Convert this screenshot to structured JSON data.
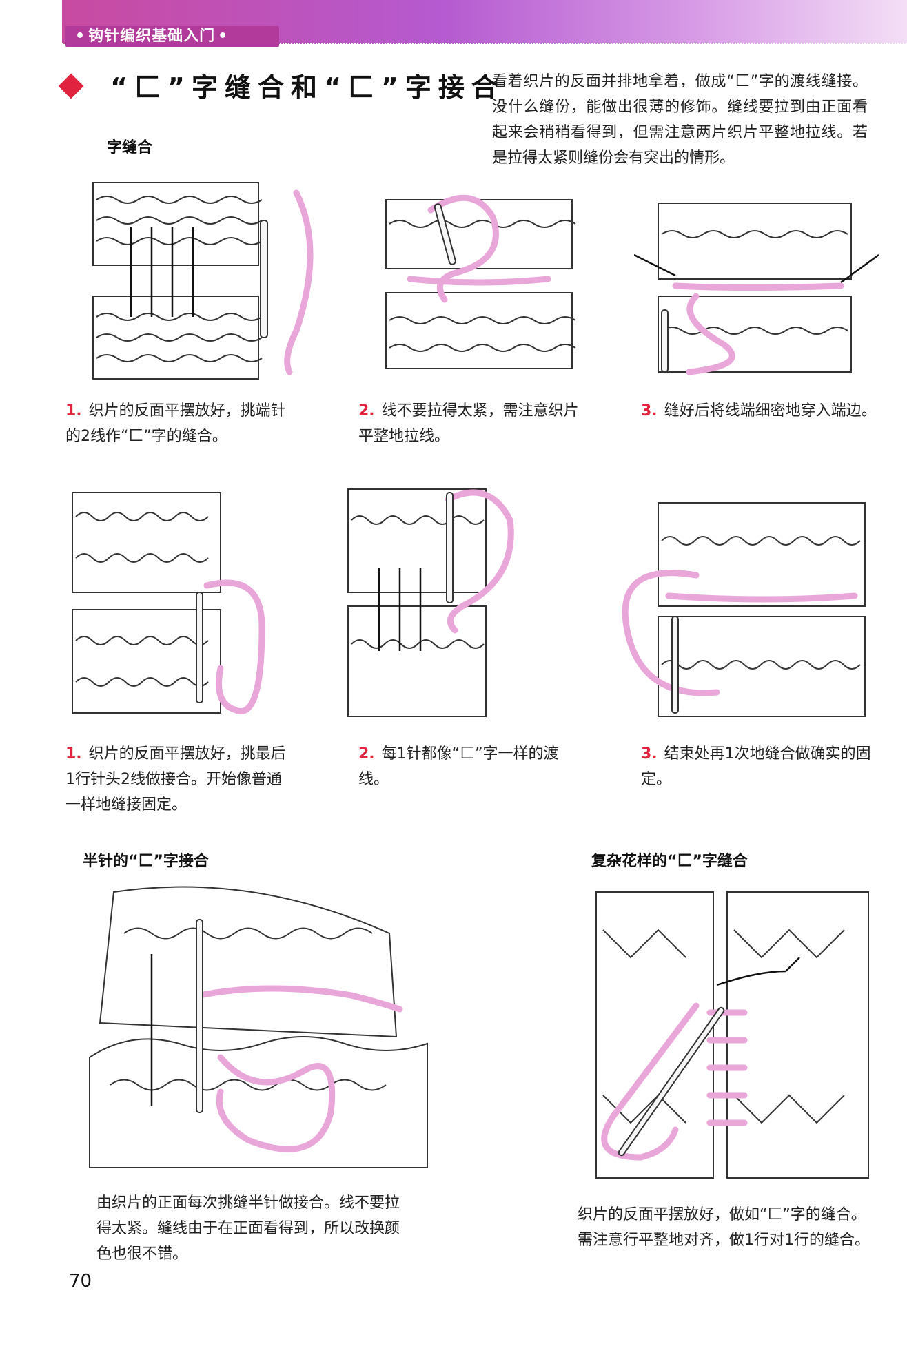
{
  "header": {
    "banner_label": "钩针编织基础入门"
  },
  "title": "“匚”字缝合和“匚”字接合",
  "intro": "看着织片的反面并排地拿着，做成“匚”字的渡线缝接。没什么缝份，能做出很薄的修饰。缝线要拉到由正面看起来会稍稍看得到，但需注意两片织片平整地拉线。若是拉得太紧则缝份会有突出的情形。",
  "section1": {
    "heading": "字缝合",
    "steps": [
      {
        "num": "1.",
        "text": "织片的反面平摆放好，挑端针的2线作“匚”字的缝合。"
      },
      {
        "num": "2.",
        "text": "线不要拉得太紧，需注意织片平整地拉线。"
      },
      {
        "num": "3.",
        "text": "缝好后将线端细密地穿入端边。"
      }
    ]
  },
  "section2": {
    "steps": [
      {
        "num": "1.",
        "text": "织片的反面平摆放好，挑最后1行针头2线做接合。开始像普通一样地缝接固定。"
      },
      {
        "num": "2.",
        "text": "每1针都像“匚”字一样的渡线。"
      },
      {
        "num": "3.",
        "text": "结束处再1次地缝合做确实的固定。"
      }
    ]
  },
  "section3": {
    "left_heading": "半针的“匚”字接合",
    "left_caption": "由织片的正面每次挑缝半针做接合。线不要拉得太紧。缝线由于在正面看得到，所以改换颜色也很不错。",
    "right_heading": "复杂花样的“匚”字缝合",
    "right_caption": "织片的反面平摆放好，做如“匚”字的缝合。需注意行平整地对齐，做1行对1行的缝合。"
  },
  "page_number": "70",
  "colors": {
    "accent": "#e0233e",
    "banner": "#c84aa0",
    "yarn": "#e9a6d9"
  }
}
